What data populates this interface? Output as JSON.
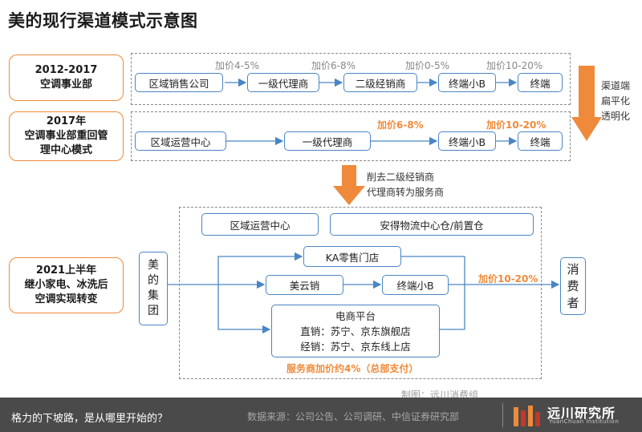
{
  "title": "美的现行渠道模式示意图",
  "colors": {
    "accent": "#ef8a3a",
    "node_border": "#4a86c5",
    "arrow": "#4a86c5",
    "footer_bg": "#4a4a4a"
  },
  "eras": [
    {
      "line1": "2012-2017",
      "line2": "空调事业部",
      "line3": ""
    },
    {
      "line1": "2017年",
      "line2": "空调事业部重回管",
      "line3": "理中心模式"
    },
    {
      "line1": "2021上半年",
      "line2": "继小家电、冰洗后",
      "line3": "空调实现转变"
    }
  ],
  "row1": {
    "nodes": [
      "区域销售公司",
      "一级代理商",
      "二级经销商",
      "终端小B",
      "终端"
    ],
    "markups": [
      "加价4-5%",
      "加价6-8%",
      "加价0-5%",
      "加价10-20%"
    ]
  },
  "row2": {
    "nodes": [
      "区域运营中心",
      "一级代理商",
      "终端小B",
      "终端"
    ],
    "markups": [
      "加价6-8%",
      "加价10-20%"
    ]
  },
  "side_note": [
    "渠道端",
    "扁平化",
    "透明化"
  ],
  "mid_note": [
    "削去二级经销商",
    "代理商转为服务商"
  ],
  "row3": {
    "group": [
      "美",
      "的",
      "集",
      "团"
    ],
    "region_center": "区域运营中心",
    "logistics": "安得物流中心仓/前置仓",
    "ka": "KA零售门店",
    "meiyun": "美云销",
    "terminal_b": "终端小B",
    "ecom_title": "电商平台",
    "ecom_direct": "直销：苏宁、京东旗舰店",
    "ecom_dist": "经销：苏宁、京东线上店",
    "markup": "加价10-20%",
    "consumer": [
      "消",
      "费",
      "者"
    ],
    "service_markup": "服务商加价约4%（总部支付）"
  },
  "credits": {
    "made_by": "制图：远川消费组",
    "source": "数据来源：公司公告、公司调研、中信证券研究部"
  },
  "footer": {
    "question": "格力的下坡路，是从哪里开始的？",
    "logo_cn": "远川研究所",
    "logo_en": "YuanChuan Institution"
  }
}
